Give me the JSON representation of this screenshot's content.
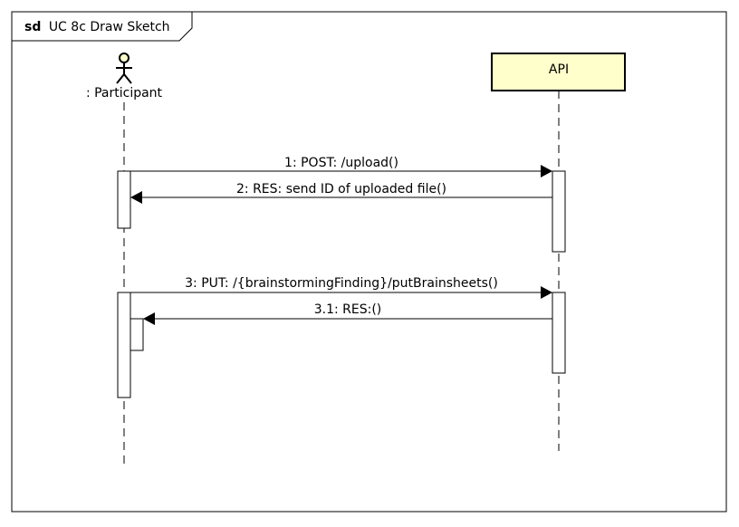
{
  "frame": {
    "keyword": "sd",
    "title": "UC 8c Draw Sketch"
  },
  "lifelines": {
    "participant": {
      "label": ": Participant",
      "kind": "actor"
    },
    "api": {
      "label": "API",
      "kind": "object",
      "fill": "#FFFFCC"
    }
  },
  "messages": [
    {
      "label": "1: POST: /upload()",
      "from": "participant",
      "to": "api",
      "type": "sync"
    },
    {
      "label": "2: RES: send ID of uploaded file()",
      "from": "api",
      "to": "participant",
      "type": "sync"
    },
    {
      "label": "3: PUT: /{brainstormingFinding}/putBrainsheets()",
      "from": "participant",
      "to": "api",
      "type": "sync"
    },
    {
      "label": "3.1: RES:()",
      "from": "api",
      "to": "participant",
      "type": "sync"
    }
  ]
}
